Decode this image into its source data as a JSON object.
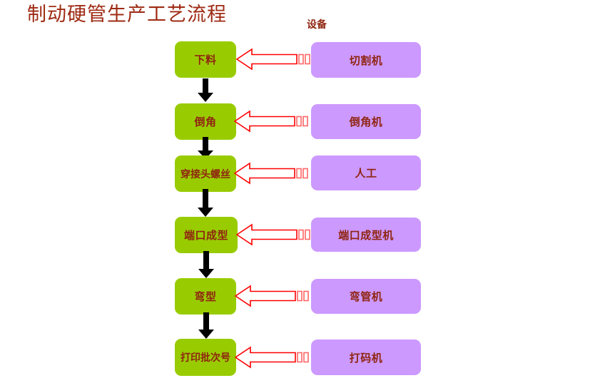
{
  "title": "制动硬管生产工艺流程",
  "column_header": "设备",
  "colors": {
    "process_fill": "#99CC00",
    "equipment_fill": "#CC99FF",
    "text": "#8F2510",
    "title": "#9E2A13",
    "arrow_stroke": "#FF0000",
    "arrow_fill": "#FFFFFF",
    "connector": "#000000",
    "background": "#FFFFFF"
  },
  "icons": {
    "down_connector": "down-arrow-icon",
    "link_arrow": "left-arrow-icon"
  },
  "steps": [
    {
      "process": "下料",
      "equipment": "切割机"
    },
    {
      "process": "倒角",
      "equipment": "倒角机"
    },
    {
      "process": "穿接头螺丝",
      "equipment": "人工"
    },
    {
      "process": "端口成型",
      "equipment": "端口成型机"
    },
    {
      "process": "弯型",
      "equipment": "弯管机"
    },
    {
      "process": "打印批次号",
      "equipment": "打码机"
    }
  ],
  "connectors": [
    {
      "from": "下料",
      "to": "倒角"
    },
    {
      "from": "倒角",
      "to": "穿接头螺丝"
    },
    {
      "from": "穿接头螺丝",
      "to": "端口成型"
    },
    {
      "from": "端口成型",
      "to": "弯型"
    },
    {
      "from": "弯型",
      "to": "打印批次号"
    }
  ],
  "links": [
    {
      "equipment": "切割机",
      "process": "下料"
    },
    {
      "equipment": "倒角机",
      "process": "倒角"
    },
    {
      "equipment": "人工",
      "process": "穿接头螺丝"
    },
    {
      "equipment": "端口成型机",
      "process": "端口成型"
    },
    {
      "equipment": "弯管机",
      "process": "弯型"
    },
    {
      "equipment": "打码机",
      "process": "打印批次号"
    }
  ]
}
